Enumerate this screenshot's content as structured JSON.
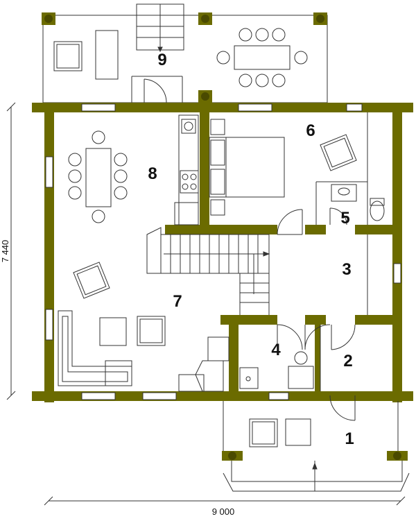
{
  "colors": {
    "wall": "#6b6b00",
    "wall_dark": "#4a4a00",
    "line": "#333333",
    "bg": "#ffffff"
  },
  "rooms": [
    {
      "id": "1",
      "label": "1"
    },
    {
      "id": "2",
      "label": "2"
    },
    {
      "id": "3",
      "label": "3"
    },
    {
      "id": "4",
      "label": "4"
    },
    {
      "id": "5",
      "label": "5"
    },
    {
      "id": "6",
      "label": "6"
    },
    {
      "id": "7",
      "label": "7"
    },
    {
      "id": "8",
      "label": "8"
    },
    {
      "id": "9",
      "label": "9"
    }
  ],
  "dimensions": {
    "width": "9 000",
    "height": "7 440"
  }
}
